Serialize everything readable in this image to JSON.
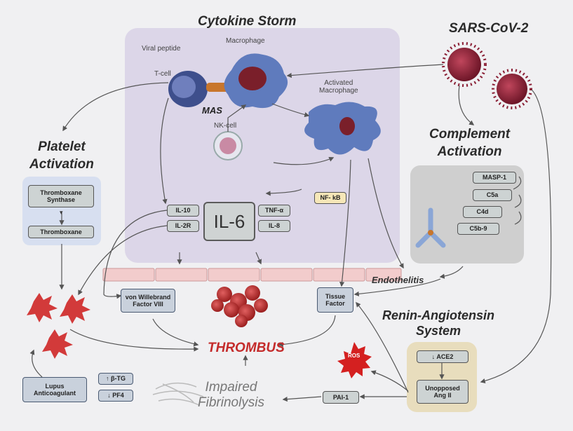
{
  "titles": {
    "cytokine_storm": "Cytokine Storm",
    "sars": "SARS-CoV-2",
    "complement": "Complement\nActivation",
    "platelet": "Platelet\nActivation",
    "ras": "Renin-Angiotensin\nSystem"
  },
  "cells": {
    "viral_peptide": "Viral peptide",
    "macrophage": "Macrophage",
    "tcell": "T-cell",
    "mas": "MAS",
    "nkcell": "NK-cell",
    "activated_macrophage": "Activated\nMacrophage"
  },
  "cytokines": {
    "il6": "IL-6",
    "il10": "IL-10",
    "il2r": "IL-2R",
    "tnf": "TNF-α",
    "il8": "IL-8",
    "nfkb": "NF- kB"
  },
  "complement_boxes": [
    "MASP-1",
    "C5a",
    "C4d",
    "C5b-9"
  ],
  "platelet_boxes": [
    "Thromboxane\nSynthase",
    "Thromboxane"
  ],
  "vwf": "von Willebrand\nFactor VIII",
  "tissue_factor": "Tissue\nFactor",
  "endothelitis": "Endothelitis",
  "thrombus": "THROMBUS",
  "impaired": "Impaired\nFibrinolysis",
  "pai1": "PAI-1",
  "ace2": "↓ ACE2",
  "ang2": "Unopposed\nAng II",
  "lupus": "Lupus\nAnticoagulant",
  "btg": "↑ β-TG",
  "pf4": "↓ PF4",
  "ros": "ROS",
  "colors": {
    "cytokine_panel": "#dcd6e8",
    "platelet_panel": "#d7dff0",
    "complement_panel": "#cfcfcf",
    "ras_panel": "#e8ddbd",
    "thrombus_red": "#c42b2b",
    "virus": "#8a1f35",
    "platelet_red": "#d23a3a"
  }
}
